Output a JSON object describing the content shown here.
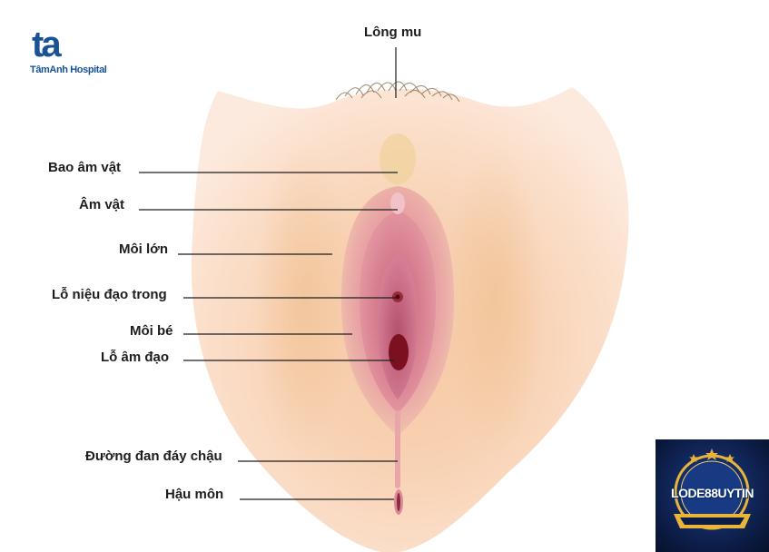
{
  "logo": {
    "mark": "ta",
    "text": "TâmAnh Hospital",
    "color": "#1a5296"
  },
  "labels": {
    "pubic_hair": "Lông mu",
    "clitoral_hood": "Bao âm vật",
    "clitoris": "Âm vật",
    "labia_majora": "Môi lớn",
    "urethral_opening": "Lỗ niệu đạo trong",
    "labia_minora": "Môi bé",
    "vaginal_opening": "Lỗ âm đạo",
    "perineum": "Đường đan đáy chậu",
    "anus": "Hậu môn"
  },
  "badge": {
    "text": "LODE88UYTIN",
    "colors": {
      "gold": "#e8b53a",
      "navy": "#0c1c45"
    }
  },
  "colors": {
    "skin_outer": "#fbdcc6",
    "skin_shadow": "#f0c49a",
    "labia_majora": "#e8a7a6",
    "labia_minora": "#d98a97",
    "vestibule": "#c96a82",
    "opening": "#7a1020",
    "leader_line": "#1d1d1d"
  }
}
